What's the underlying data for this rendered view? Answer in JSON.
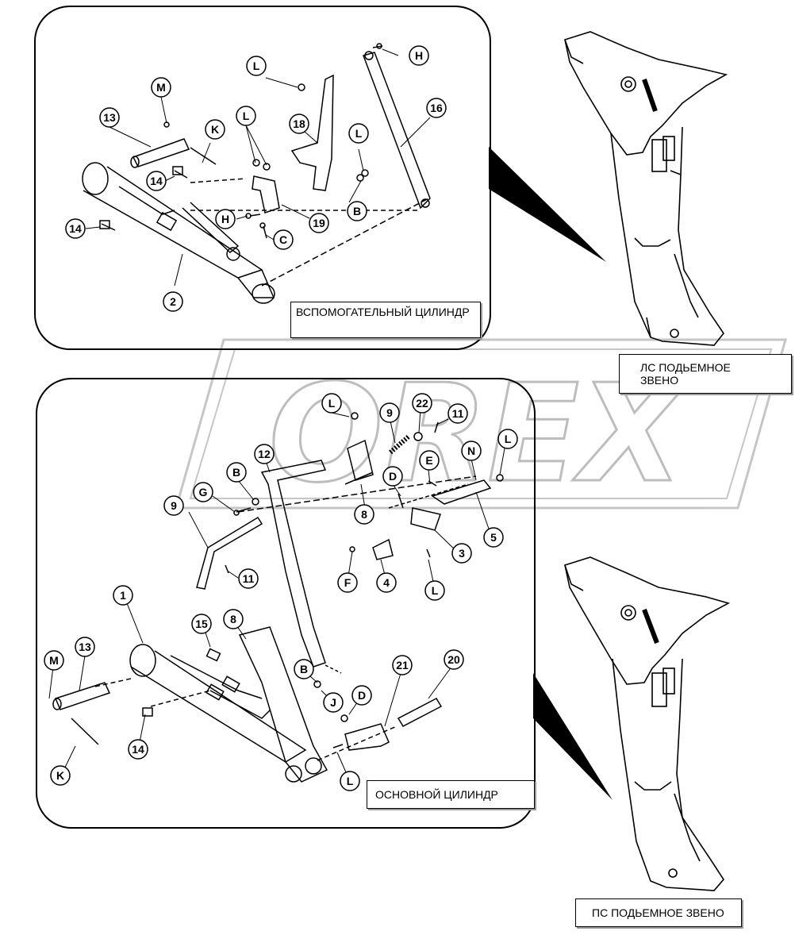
{
  "labels": {
    "aux_cylinder": "ВСПОМОГАТЕЛЬНЫЙ ЦИЛИНДР",
    "main_cylinder": "ОСНОВНОЙ ЦИЛИНДР",
    "left_lift_link": "ЛС ПОДЬЕМНОЕ ЗВЕНО",
    "right_lift_link": "ПС ПОДЬЕМНОЕ ЗВЕНО"
  },
  "watermark": "OREX",
  "callouts_top": [
    "M",
    "13",
    "K",
    "14",
    "14",
    "2",
    "L",
    "L",
    "18",
    "H",
    "H",
    "C",
    "19",
    "L",
    "B",
    "16"
  ],
  "callouts_bottom": [
    "L",
    "9",
    "22",
    "11",
    "12",
    "E",
    "N",
    "L",
    "B",
    "D",
    "G",
    "8",
    "9",
    "3",
    "5",
    "11",
    "F",
    "4",
    "L",
    "1",
    "15",
    "8",
    "13",
    "M",
    "B",
    "J",
    "D",
    "21",
    "20",
    "14",
    "K",
    "L"
  ]
}
